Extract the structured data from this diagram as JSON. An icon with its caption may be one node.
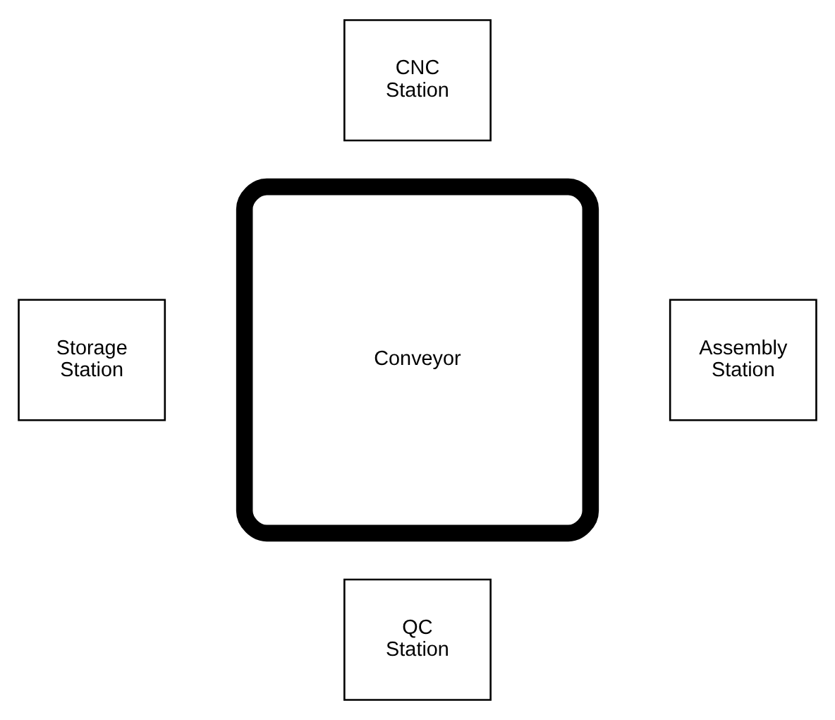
{
  "diagram": {
    "nodes": [
      {
        "text": [
          "CNC Station"
        ]
      },
      {
        "text": [
          "Storage Station"
        ]
      },
      {
        "text": [
          "Conveyor"
        ]
      },
      {
        "text": [
          "Assembly Station"
        ]
      },
      {
        "text": [
          "QC Station"
        ]
      }
    ],
    "edges": []
  }
}
